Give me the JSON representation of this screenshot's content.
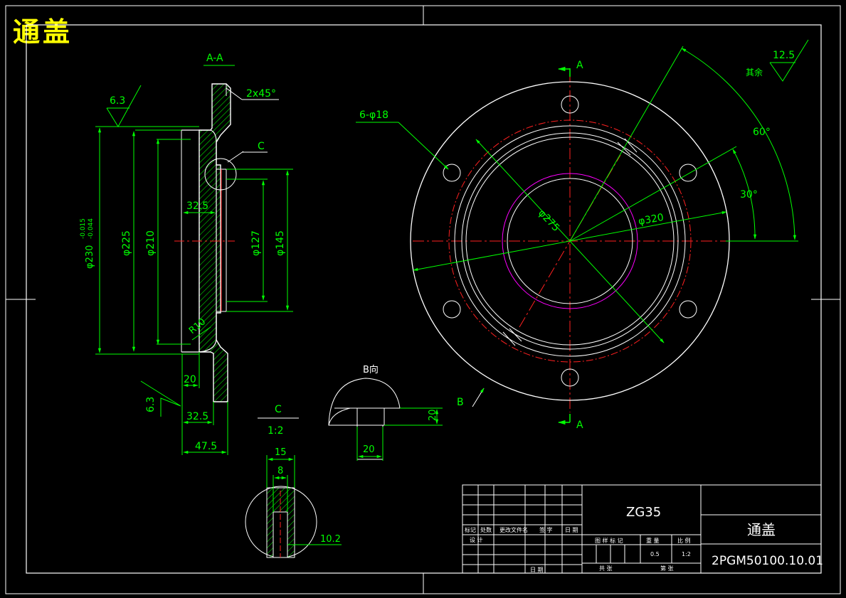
{
  "title": "通盖",
  "section": {
    "label": "A-A",
    "chamfer": "2x45°",
    "roughness_top": "6.3",
    "roughness_side": "6.3",
    "detail_callout": "C",
    "dims": {
      "d230": "φ230-0.015/-0.044",
      "d230_main": "φ230",
      "d230_tol_upper": "-0.015",
      "d230_tol_lower": "-0.044",
      "d225": "φ225",
      "d210": "φ210",
      "d127": "φ127",
      "d145": "φ145",
      "w32_5_top": "32.5",
      "w32_5_bottom": "32.5",
      "w20": "20",
      "w47_5": "47.5",
      "r10": "R10"
    }
  },
  "front_view": {
    "holes": "6-φ18",
    "d275": "φ275",
    "d320": "φ320",
    "angle60": "60°",
    "angle30": "30°",
    "cut_top": "A",
    "cut_bottom": "A",
    "view_b": "B",
    "roughness_other": "12.5",
    "roughness_other_label": "其余"
  },
  "view_b": {
    "label": "B向",
    "h20": "20",
    "w20": "20"
  },
  "detail_c": {
    "label": "C",
    "scale": "1:2",
    "w15": "15",
    "w8": "8",
    "d10_2": "10.2"
  },
  "title_block": {
    "material": "ZG35",
    "part_name": "通盖",
    "drawing_no": "2PGM50100.10.01",
    "rev_headers": [
      "标记",
      "处数",
      "更改文件名",
      "签 字",
      "日 期"
    ],
    "row_design": "设 计",
    "row_date": "日 期",
    "stage_headers": [
      "图 样 标 记",
      "重 量",
      "比 例"
    ],
    "weight": "0.5",
    "scale": "1:2",
    "sheets_total": "共 张",
    "sheet_no": "第 张"
  },
  "colors": {
    "outline": "#ffffff",
    "dimension": "#00ff00",
    "centerline": "#ff2020",
    "magenta": "#ff00ff",
    "title": "#ffff00",
    "hatch": "#00ff00"
  }
}
